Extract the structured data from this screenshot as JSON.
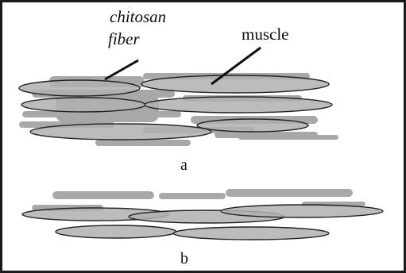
{
  "labels": {
    "chitosan_line1": "chitosan",
    "chitosan_line2": "fiber",
    "muscle": "muscle",
    "panel_a": "a",
    "panel_b": "b"
  },
  "colors": {
    "fiber_fill": "#a8a8a8",
    "muscle_fill": "#b0b0b0",
    "muscle_stroke": "#222222",
    "frame": "#1a1a1a"
  }
}
